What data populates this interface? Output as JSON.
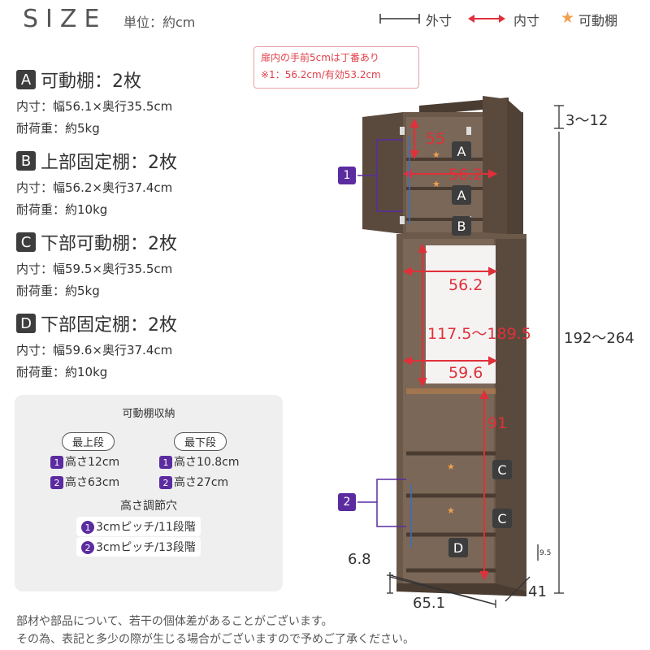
{
  "header": {
    "title": "SIZE",
    "unit": "単位：約cm",
    "legend_outer": "外寸",
    "legend_inner": "内寸",
    "legend_movable": "可動棚"
  },
  "specs": [
    {
      "letter": "A",
      "title": "可動棚：2枚",
      "inner": "内寸：幅56.1×奥行35.5cm",
      "load": "耐荷重：約5kg"
    },
    {
      "letter": "B",
      "title": "上部固定棚：2枚",
      "inner": "内寸：幅56.2×奥行37.4cm",
      "load": "耐荷重：約10kg"
    },
    {
      "letter": "C",
      "title": "下部可動棚：2枚",
      "inner": "内寸：幅59.5×奥行35.5cm",
      "load": "耐荷重：約5kg"
    },
    {
      "letter": "D",
      "title": "下部固定棚：2枚",
      "inner": "内寸：幅59.6×奥行37.4cm",
      "load": "耐荷重：約10kg"
    }
  ],
  "storage": {
    "title": "可動棚収納",
    "top_label": "最上段",
    "bottom_label": "最下段",
    "top_items": [
      {
        "n": "1",
        "text": "高さ12cm"
      },
      {
        "n": "2",
        "text": "高さ63cm"
      }
    ],
    "bottom_items": [
      {
        "n": "1",
        "text": "高さ10.8cm"
      },
      {
        "n": "2",
        "text": "高さ27cm"
      }
    ],
    "adjust_title": "高さ調節穴",
    "pitches": [
      {
        "n": "1",
        "text": "3cmピッチ/11段階"
      },
      {
        "n": "2",
        "text": "3cmピッチ/13段階"
      }
    ]
  },
  "note": {
    "line1": "扉内の手前5cmは丁番あり",
    "line2": "※1：56.2cm/有効53.2cm"
  },
  "dimensions": {
    "top_gap": "3〜12",
    "total_height": "192〜264",
    "inner_55": "55",
    "inner_562_top": "56.2",
    "inner_562_mid": "56.2",
    "inner_range": "117.5〜189.5",
    "inner_596": "59.6",
    "inner_91": "91",
    "base_height": "6.8",
    "small_95": "9.5",
    "width": "65.1",
    "depth": "41"
  },
  "shelf_labels": {
    "a1": "A",
    "a2": "A",
    "b": "B",
    "c1": "C",
    "c2": "C",
    "d": "D"
  },
  "callouts": {
    "one": "1",
    "two": "2"
  },
  "footer": {
    "line1": "部材や部品について、若干の個体差があることがございます。",
    "line2": "その為、表記と多少の際が生じる場合がございますので予めご了承ください。"
  },
  "colors": {
    "wood": "#5e4d3f",
    "accent_red": "#e0303a",
    "badge_purple": "#5b2ba0",
    "star": "#f0a050"
  }
}
